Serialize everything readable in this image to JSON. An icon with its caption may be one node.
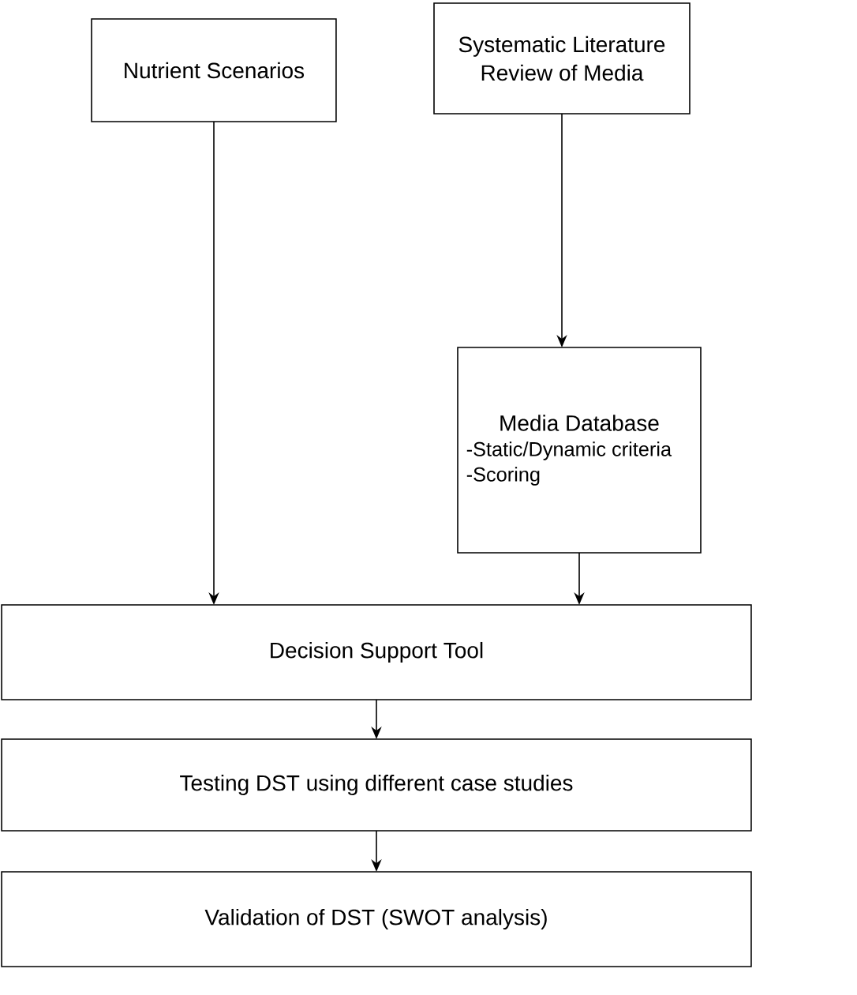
{
  "diagram": {
    "nodes": [
      {
        "text": [
          "Nutrient Scenarios"
        ]
      },
      {
        "text": [
          "Systematic Literature Review of Media"
        ]
      },
      {
        "text": [
          "Media Database",
          "-Static/Dynamic criteria",
          "-Scoring"
        ]
      },
      {
        "text": [
          "Decision Support Tool"
        ]
      },
      {
        "text": [
          "Testing DST using different case studies"
        ]
      },
      {
        "text": [
          "Validation of DST (SWOT analysis)"
        ]
      }
    ],
    "edges": [
      {
        "from": 0,
        "to": 3,
        "arrow": "to"
      },
      {
        "from": 1,
        "to": 2,
        "arrow": "to"
      },
      {
        "from": 2,
        "to": 3,
        "arrow": "to"
      },
      {
        "from": 3,
        "to": 4,
        "arrow": "to"
      },
      {
        "from": 4,
        "to": 5,
        "arrow": "to"
      }
    ]
  }
}
